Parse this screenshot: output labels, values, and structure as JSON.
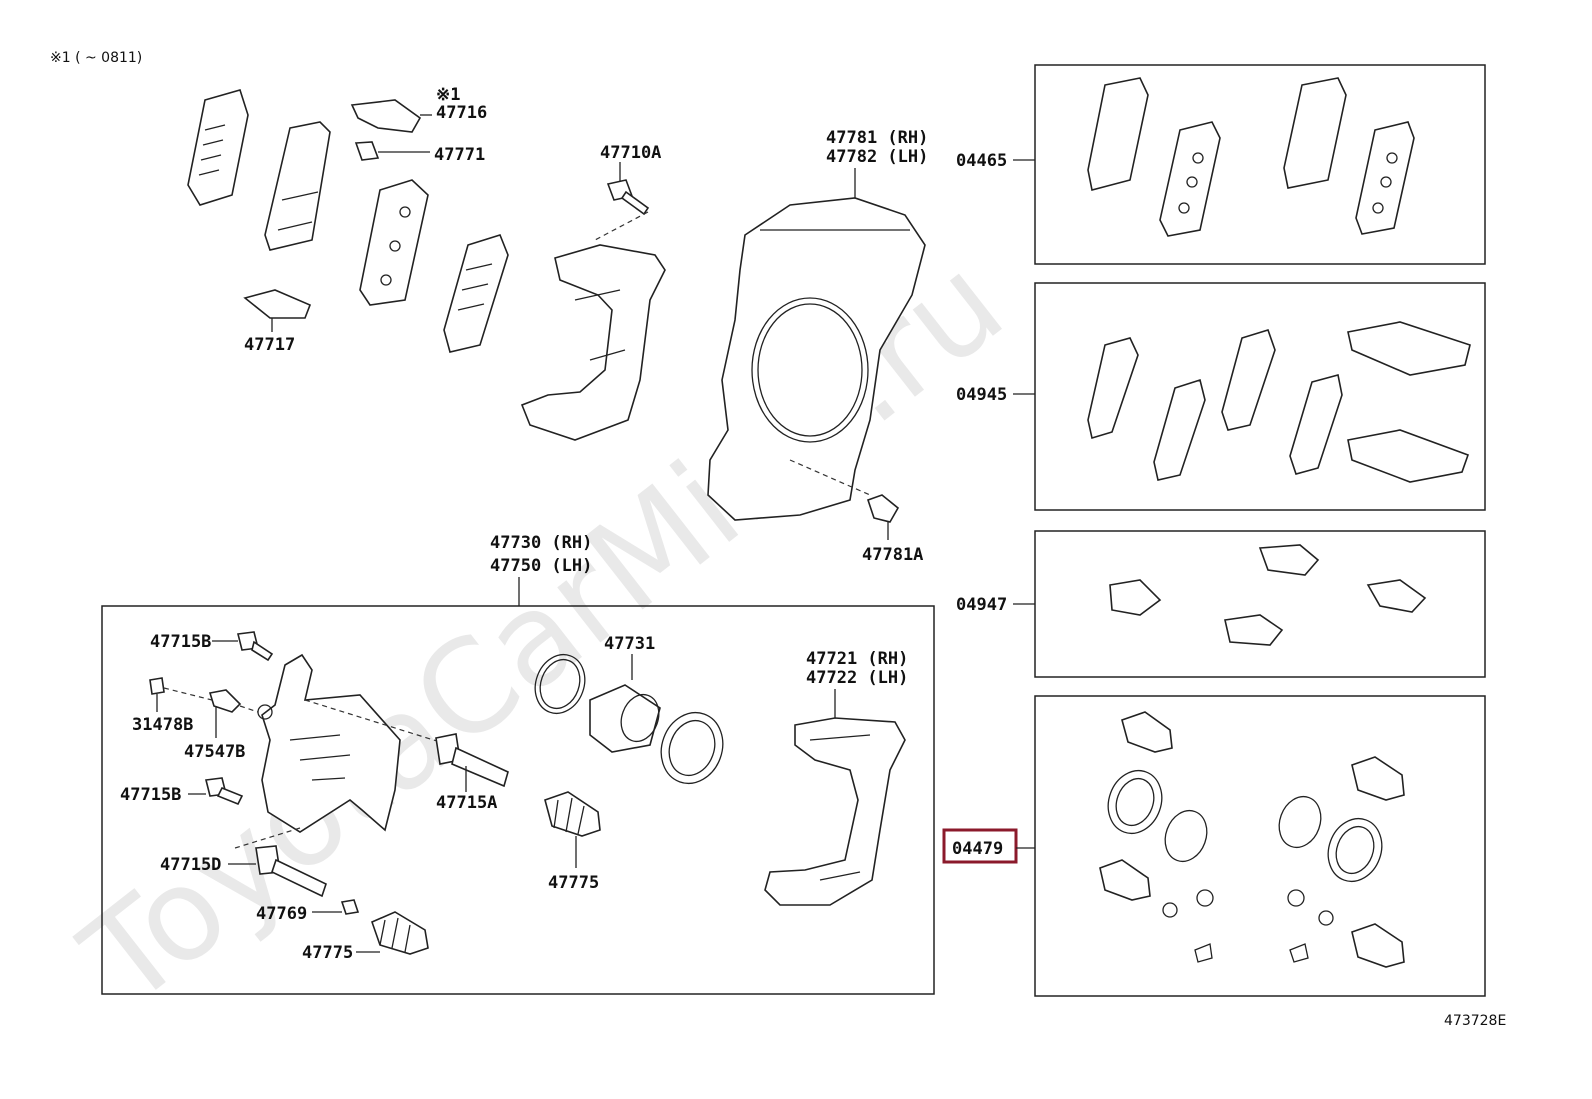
{
  "header_note": "※1 (      ~ 0811)",
  "watermark": "ToyotaCarMine.ru",
  "figure_code": "473728E",
  "highlight_color": "#8b1a2b",
  "labels": {
    "p47716_note": "※1",
    "p47716": "47716",
    "p47771": "47771",
    "p47717": "47717",
    "p47710A": "47710A",
    "p47781": "47781 (RH)",
    "p47782": "47782 (LH)",
    "p47781A": "47781A",
    "p47730": "47730 (RH)",
    "p47750": "47750 (LH)",
    "p47715B_a": "47715B",
    "p31478B": "31478B",
    "p47547B": "47547B",
    "p47715B_b": "47715B",
    "p47715D": "47715D",
    "p47769": "47769",
    "p47775_a": "47775",
    "p47731": "47731",
    "p47715A": "47715A",
    "p47775_b": "47775",
    "p47721": "47721 (RH)",
    "p47722": "47722 (LH)",
    "k04465": "04465",
    "k04945": "04945",
    "k04947": "04947",
    "k04479": "04479"
  }
}
